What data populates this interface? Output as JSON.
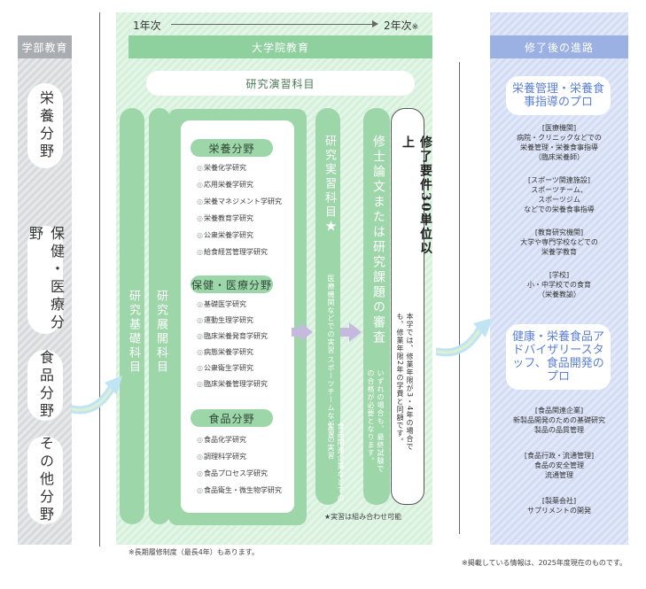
{
  "left": {
    "header": "学部教育",
    "fields": [
      "栄養分野",
      "保健・医療分野",
      "食品分野",
      "その他分野"
    ]
  },
  "timeline": {
    "start": "1年次",
    "end": "2年次",
    "end_mark": "※"
  },
  "middle": {
    "header": "大学院教育",
    "seminar": "研究演習科目",
    "basic": "研究基礎科目",
    "advanced": "研究展開科目",
    "sections": [
      {
        "title": "栄養分野",
        "items": [
          "栄養化学研究",
          "応用栄養学研究",
          "栄養マネジメント学研究",
          "栄養教育学研究",
          "公衆栄養学研究",
          "給食経営管理学研究"
        ]
      },
      {
        "title": "保健・医療分野",
        "items": [
          "基礎医学研究",
          "運動生理学研究",
          "臨床栄養発育学研究",
          "病態栄養学研究",
          "公衆衛生学研究",
          "臨床栄養管理学研究"
        ]
      },
      {
        "title": "食品分野",
        "items": [
          "食品化学研究",
          "調理科学研究",
          "食品プロセス学研究",
          "食品衛生・微生物学研究"
        ]
      }
    ],
    "item_mark": "◎",
    "practicum": {
      "title": "研究実習科目★",
      "lines": [
        "医療機関などでの実習",
        "スポーツチームなどでの実習",
        "食品関連企業などでの実習"
      ]
    },
    "thesis": {
      "title": "修士論文または研究課題の審査",
      "note": "いずれの場合も、最終試験での合格が必要となります。"
    },
    "requirement": {
      "title": "修了要件30単位以上",
      "note": "本学では、修業年限が3・4年の場合でも、修業年限2年の学費と同額です。"
    },
    "footnote_star": "★実習は組み合わせ可能",
    "footnote_period": "※長期履修制度（最長4年）もあります。"
  },
  "right": {
    "header": "修了後の進路",
    "groups": [
      {
        "title": "栄養管理・栄養食事指導のプロ",
        "entries": [
          {
            "label": "[医療機関]",
            "lines": [
              "病院・クリニックなどでの",
              "栄養管理・栄養食事指導",
              "（臨床栄養師）"
            ]
          },
          {
            "label": "[スポーツ関連施設]",
            "lines": [
              "スポーツチーム、",
              "スポーツジム",
              "などでの栄養食事指導"
            ]
          },
          {
            "label": "[教育研究機関]",
            "lines": [
              "大学や専門学校などでの",
              "栄養学教育"
            ]
          },
          {
            "label": "[学校]",
            "lines": [
              "小・中学校での食育",
              "（栄養教諭）"
            ]
          }
        ]
      },
      {
        "title": "健康・栄養食品アドバイザリースタッフ、食品開発のプロ",
        "entries": [
          {
            "label": "[食品関連企業]",
            "lines": [
              "新製品開発のための基礎研究",
              "製品の品質管理"
            ]
          },
          {
            "label": "[食品行政・流通管理]",
            "lines": [
              "食品の安全管理",
              "流通管理"
            ]
          },
          {
            "label": "[製薬会社]",
            "lines": [
              "サプリメントの開発"
            ]
          }
        ]
      }
    ]
  },
  "footer_note": "※掲載している情報は、2025年度現在のものです。",
  "colors": {
    "green": "#9dd6a9",
    "green_head": "#8fd09f",
    "blue_head": "#9bb0e3",
    "blue_text": "#5b7fd4",
    "gray_head": "#a9acb0",
    "arrow_purple": "#c6b9e0"
  }
}
